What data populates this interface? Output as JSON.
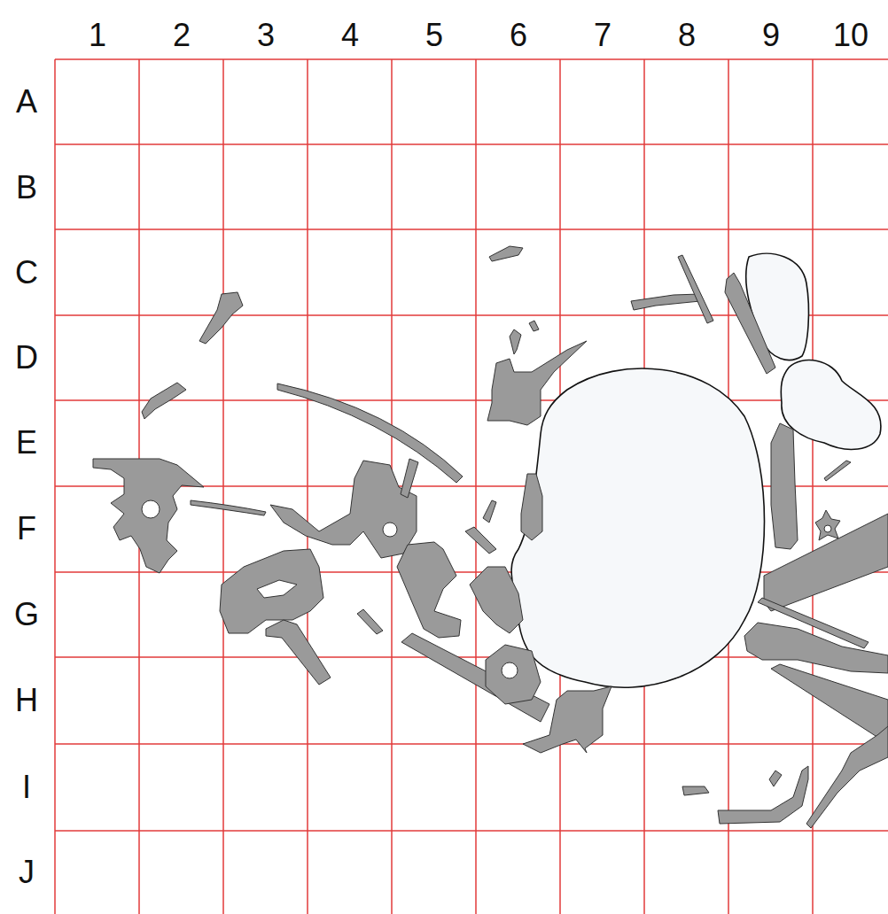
{
  "diagram": {
    "labels": [
      "1",
      "2",
      "3",
      "4",
      "5",
      "6",
      "7",
      "8",
      "9",
      "10",
      "A",
      "B",
      "C",
      "D",
      "E",
      "F",
      "G",
      "H",
      "I",
      "J"
    ]
  }
}
